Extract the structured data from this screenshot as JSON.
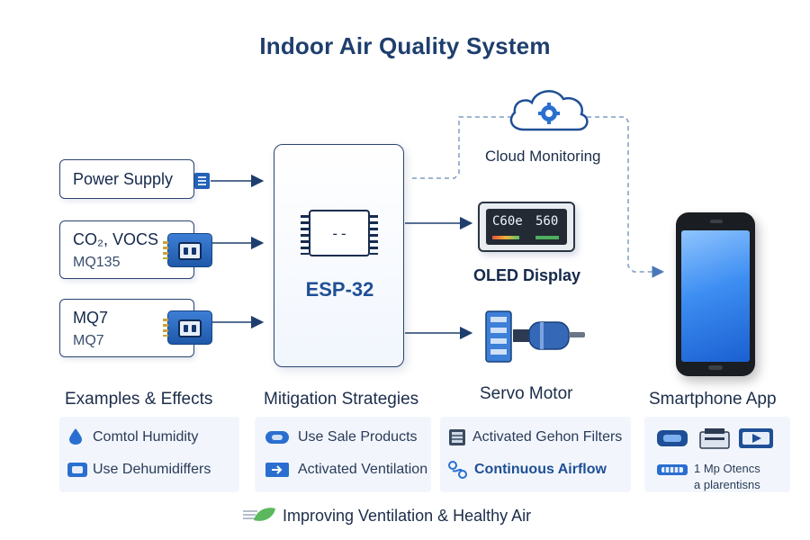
{
  "title": "Indoor Air Quality System",
  "inputs": {
    "power": "Power Supply",
    "sensor1_line1": "CO₂, VOCS",
    "sensor1_line2": "MQ135",
    "sensor2_line1": "MQ7",
    "sensor2_line2": "MQ7"
  },
  "controller": {
    "chip_text": "--",
    "label": "ESP-32"
  },
  "outputs": {
    "cloud": "Cloud Monitoring",
    "oled": "OLED Display",
    "oled_left": "C60e",
    "oled_right": "560",
    "servo": "Servo Motor",
    "phone": "Smartphone App"
  },
  "sections": {
    "examples_head": "Examples & Effects",
    "mitigation_head": "Mitigation Strategies"
  },
  "panels": {
    "examples": [
      "Comtol Humidity",
      "Use Dehumidiffers"
    ],
    "mitigation": [
      "Use Sale Products",
      "Activated Ventilation"
    ],
    "filters": [
      "Activated Gehon Filters",
      "Continuous Airflow"
    ],
    "app_line1": "1 Mp Otencs",
    "app_line2": "a plarentisns"
  },
  "footer": "Improving Ventilation & Healthy Air",
  "colors": {
    "primary": "#1f3e6e",
    "accent": "#2a6fd0",
    "arrow": "#1f3e6e",
    "panel_bg": "#f2f6fc"
  }
}
